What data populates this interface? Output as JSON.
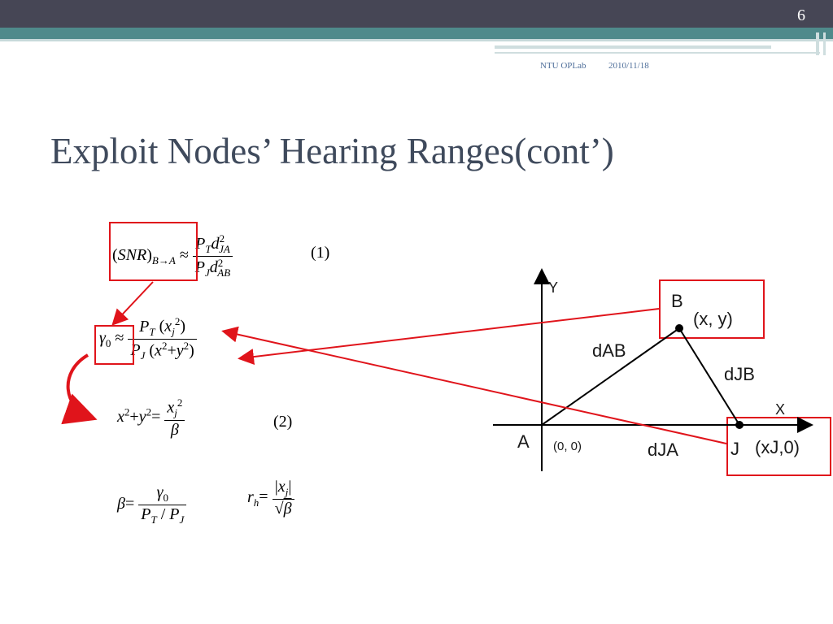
{
  "header": {
    "slide_number": "6"
  },
  "footer": {
    "org": "NTU OPLab",
    "date": "2010/11/18"
  },
  "title": "Exploit Nodes’ Hearing Ranges(cont’)",
  "equations": {
    "eq1_number": "(1)",
    "eq2_number": "(2)"
  },
  "diagram": {
    "axis_y": "Y",
    "axis_x": "X",
    "point_a": "A",
    "point_a_coord": "(0, 0)",
    "point_b": "B",
    "point_b_coord": "(x, y)",
    "point_j": "J",
    "point_j_coord": "(xJ,0)",
    "d_ab": "dAB",
    "d_jb": "dJB",
    "d_ja": "dJA"
  },
  "colors": {
    "highlight": "#e0141b",
    "title": "#3f4a5c",
    "topbar": "#464655",
    "teal": "#4f8a8b"
  }
}
